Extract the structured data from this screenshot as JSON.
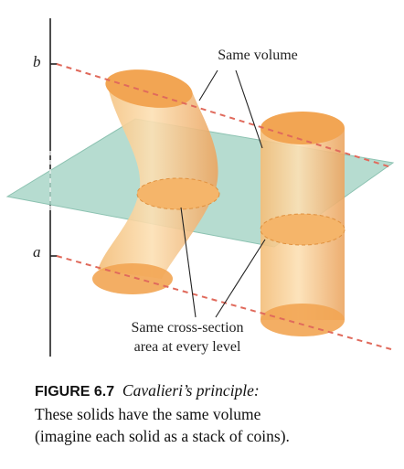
{
  "figure": {
    "axis_labels": {
      "top": "b",
      "bottom": "a"
    },
    "callouts": {
      "volume": "Same volume",
      "section_line1": "Same cross-section",
      "section_line2": "area at every level"
    }
  },
  "caption": {
    "number": "FIGURE 6.7",
    "title": "Cavalieri’s principle:",
    "line1": "These solids have the same volume",
    "line2": "(imagine each solid as a stack of coins)."
  },
  "colors": {
    "solid_fill": "#f6c98a",
    "solid_cap": "#f2a553",
    "plane": "#a9d6c8",
    "dashed_level": "#e06a5c"
  }
}
